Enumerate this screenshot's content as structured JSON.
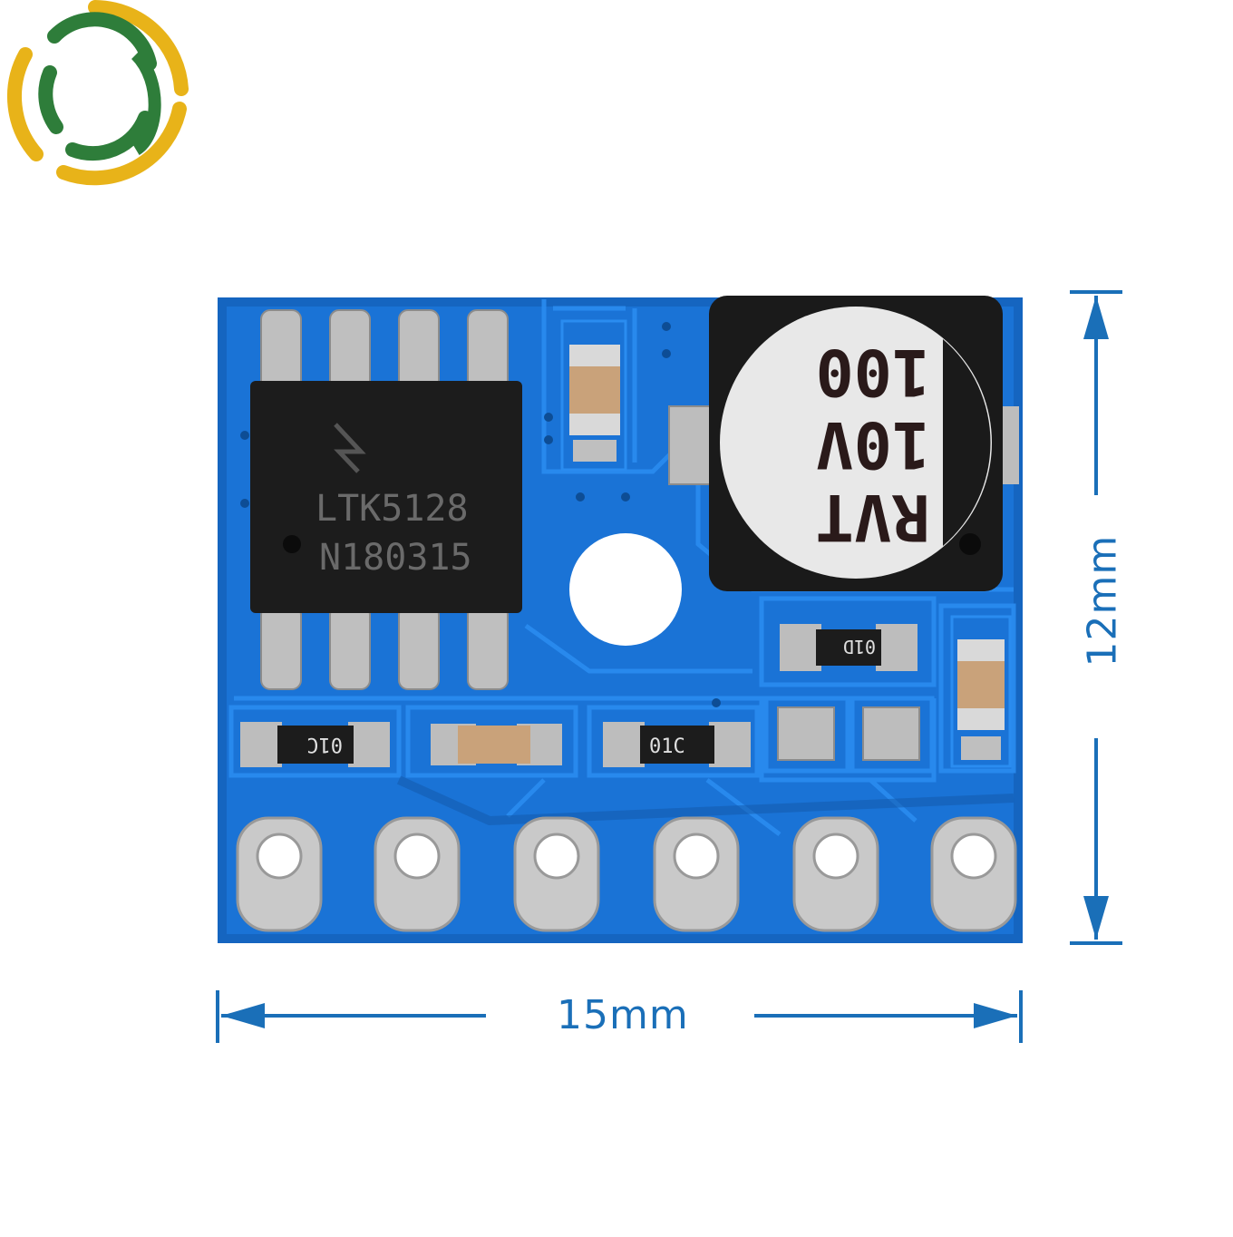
{
  "logo": {
    "name": "brand-logo",
    "colors": {
      "outer": "#e8b319",
      "inner": "#2e7d3a"
    }
  },
  "board": {
    "chip_marking_line1": "LTK5128",
    "chip_marking_line2": "N180315",
    "capacitor_line1": "RVT",
    "capacitor_line2": "10V",
    "capacitor_line3": "100",
    "resistor_label": "01C",
    "resistor_label_2": "01D",
    "pin_count": 6,
    "colors": {
      "pcb": "#1565c0",
      "pcb_trace": "#1f7ee0",
      "chip": "#1c1c1c",
      "pad": "#c9c9c9",
      "cap_body": "#e8e8e8"
    }
  },
  "dimensions": {
    "width_label": "15mm",
    "height_label": "12mm",
    "color": "#1a6fb8"
  }
}
